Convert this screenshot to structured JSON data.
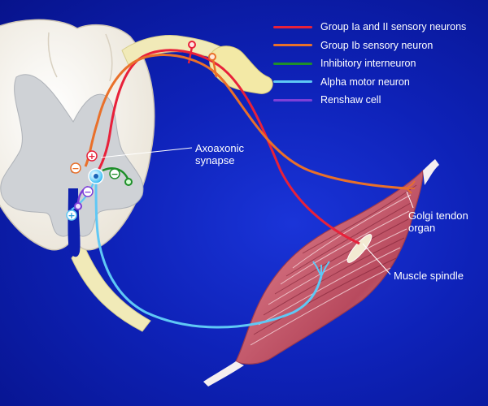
{
  "legend": {
    "items": [
      {
        "label": "Group Ia and II sensory neurons",
        "color": "#e8213a"
      },
      {
        "label": "Group Ib sensory neuron",
        "color": "#e9702a"
      },
      {
        "label": "Inhibitory interneuron",
        "color": "#1f8f2a"
      },
      {
        "label": "Alpha motor neuron",
        "color": "#5fc8f5"
      },
      {
        "label": "Renshaw cell",
        "color": "#7d3fd8"
      }
    ]
  },
  "labels": {
    "axoaxonic_line1": "Axoaxonic",
    "axoaxonic_line2": "synapse",
    "golgi_line1": "Golgi tendon",
    "golgi_line2": "organ",
    "muscle_spindle": "Muscle spindle"
  },
  "synapse_signs": {
    "excitatory": "+",
    "inhibitory": "−"
  }
}
